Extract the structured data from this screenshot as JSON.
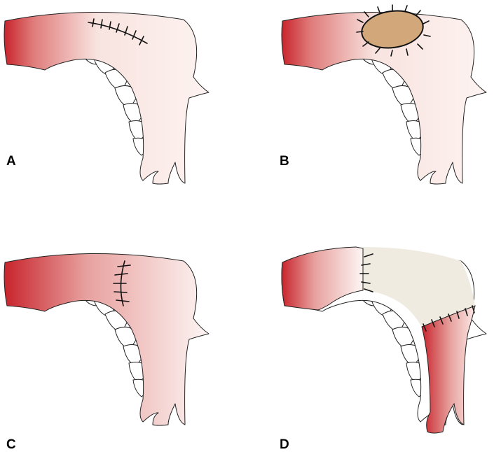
{
  "panels": [
    {
      "label": "A"
    },
    {
      "label": "B"
    },
    {
      "label": "C"
    },
    {
      "label": "D"
    }
  ],
  "colors": {
    "tissue_dark": "#c8242c",
    "tissue_light": "#fdf3f1",
    "patch": "#d2a77a",
    "graft": "#efebe0",
    "outline": "#222222"
  }
}
